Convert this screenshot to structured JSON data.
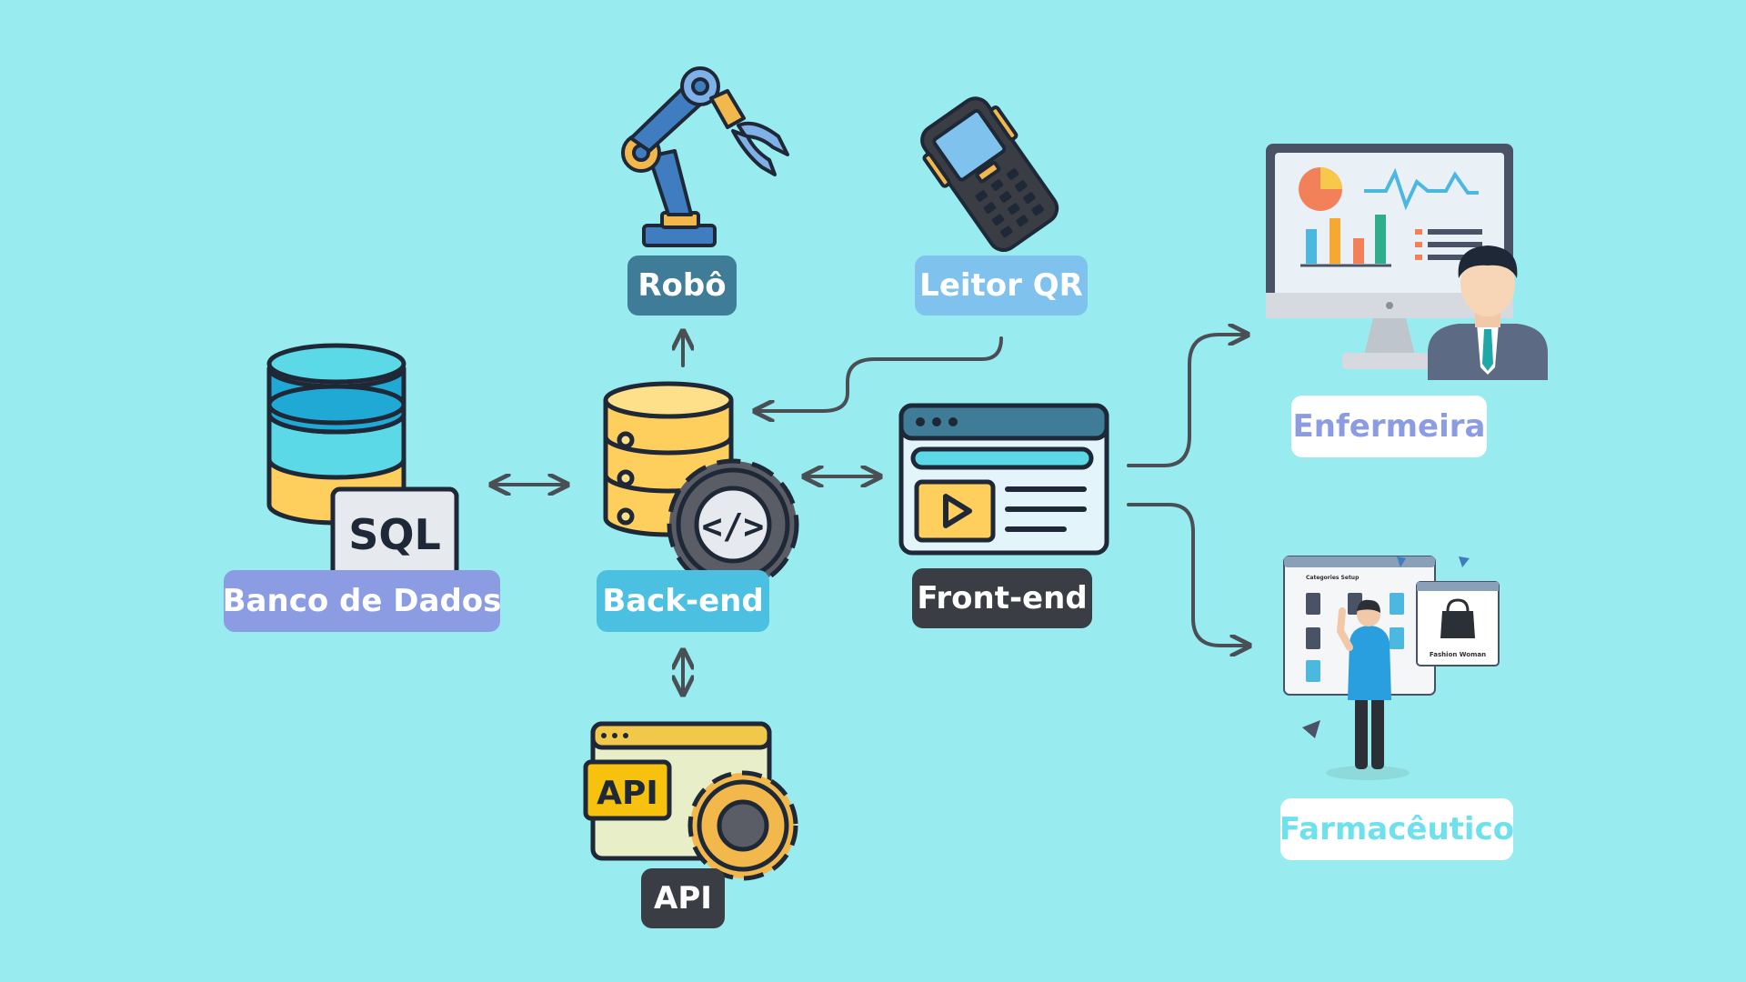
{
  "nodes": {
    "robo": "Robô",
    "leitor_qr": "Leitor QR",
    "banco_de_dados": "Banco de Dados",
    "back_end": "Back-end",
    "front_end": "Front-end",
    "api": "API",
    "enfermeira": "Enfermeira",
    "farmaceutico": "Farmacêutico"
  },
  "icon_text": {
    "sql": "SQL",
    "api_badge": "API",
    "code": "</>",
    "categories_setup": "Categories Setup",
    "fashion_woman": "Fashion Woman"
  },
  "icons": {
    "robo": "robot-arm-icon",
    "leitor_qr": "barcode-scanner-icon",
    "banco_de_dados": "sql-database-icon",
    "back_end": "database-gear-icon",
    "front_end": "web-page-icon",
    "api": "api-gear-icon",
    "enfermeira": "monitor-dashboard-person-icon",
    "farmaceutico": "person-ui-board-icon"
  },
  "colors": {
    "background": "#98EBEE",
    "robo": "#3F7C97",
    "leitor_qr": "#7FC2EE",
    "banco_de_dados": "#8C9CE2",
    "back_end": "#4CC0E0",
    "dark": "#3B3D45",
    "enfermeira_text": "#8C9CE2",
    "farmaceutico_text": "#6EE1EC",
    "arrow": "#4A4F55"
  },
  "edges": [
    {
      "from": "back_end",
      "to": "robo",
      "direction": "forward"
    },
    {
      "from": "leitor_qr",
      "to": "back_end",
      "direction": "forward"
    },
    {
      "from": "banco_de_dados",
      "to": "back_end",
      "direction": "both"
    },
    {
      "from": "back_end",
      "to": "front_end",
      "direction": "both"
    },
    {
      "from": "back_end",
      "to": "api",
      "direction": "both"
    },
    {
      "from": "front_end",
      "to": "enfermeira",
      "direction": "forward"
    },
    {
      "from": "front_end",
      "to": "farmaceutico",
      "direction": "forward"
    }
  ]
}
